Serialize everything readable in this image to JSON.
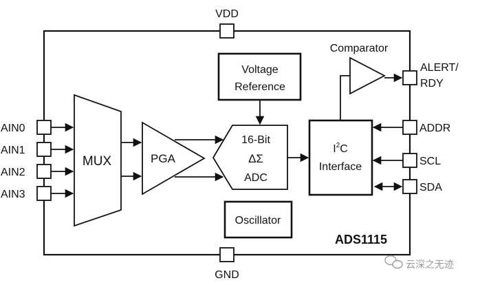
{
  "pins": {
    "vdd": "VDD",
    "gnd": "GND",
    "ain0": "AIN0",
    "ain1": "AIN1",
    "ain2": "AIN2",
    "ain3": "AIN3",
    "alert_line1": "ALERT/",
    "alert_line2": "RDY",
    "addr": "ADDR",
    "scl": "SCL",
    "sda": "SDA"
  },
  "blocks": {
    "mux": "MUX",
    "pga": "PGA",
    "adc_line1": "16-Bit",
    "adc_line2": "ΔΣ",
    "adc_line3": "ADC",
    "vref_line1": "Voltage",
    "vref_line2": "Reference",
    "i2c_I": "I",
    "i2c_sup": "2",
    "i2c_C": "C",
    "i2c_line2": "Interface",
    "comparator": "Comparator",
    "oscillator": "Oscillator"
  },
  "chip_name": "ADS1115",
  "watermark": "云深之无迹",
  "colors": {
    "stroke": "#111111",
    "watermark": "#9a9a9a"
  }
}
